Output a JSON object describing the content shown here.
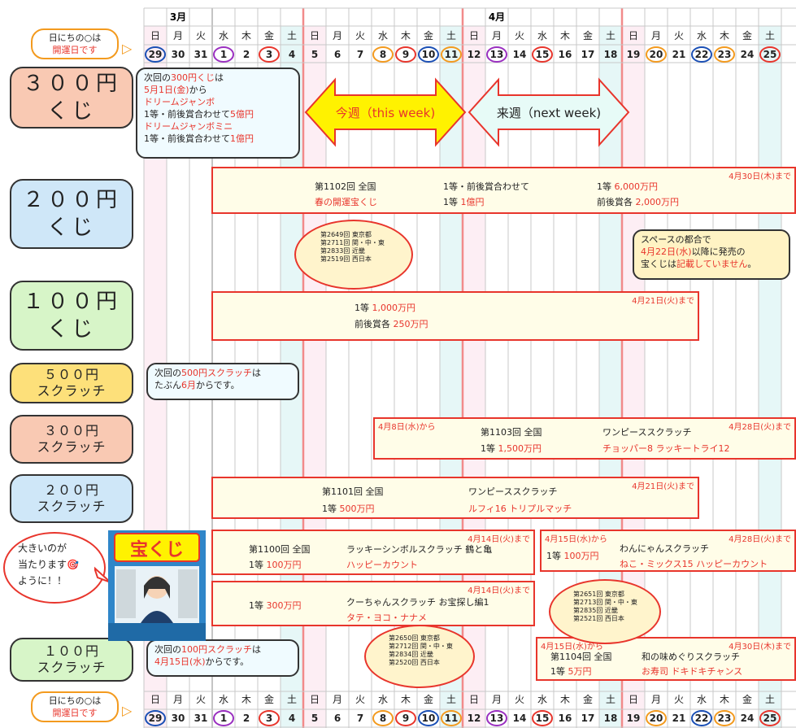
{
  "calendar": {
    "months": {
      "march": "3月",
      "april": "4月"
    },
    "weekdays": [
      "日",
      "月",
      "火",
      "水",
      "木",
      "金",
      "土",
      "日",
      "月",
      "火",
      "水",
      "木",
      "金",
      "土",
      "日",
      "月",
      "火",
      "水",
      "木",
      "金",
      "土",
      "日",
      "月",
      "火",
      "水",
      "木",
      "金",
      "土",
      "日",
      "月",
      "火",
      "水",
      "木",
      "金",
      "土"
    ],
    "days": [
      "29",
      "30",
      "31",
      "1",
      "2",
      "3",
      "4",
      "5",
      "6",
      "7",
      "8",
      "9",
      "10",
      "11",
      "12",
      "13",
      "14",
      "15",
      "16",
      "17",
      "18",
      "19",
      "20",
      "21",
      "22",
      "23",
      "24",
      "25"
    ],
    "circles": {
      "29": "#1a4fb5",
      "1": "#9a2fc0",
      "3": "#e8352c",
      "8": "#f39a1e",
      "9": "#e8352c",
      "10": "#1a4fb5",
      "11": "#f39a1e",
      "13": "#9a2fc0",
      "15": "#e8352c",
      "20": "#f39a1e",
      "22": "#1a4fb5",
      "23": "#f39a1e",
      "25": "#e8352c"
    },
    "legend_line1": "日にちの○は",
    "legend_line2": "開運日です",
    "colors": {
      "saturday": "#e6f7f7",
      "sunday": "#fdeef4",
      "week_line": "#f28a8a"
    }
  },
  "categories": {
    "c300kuji": {
      "l1": "３００円",
      "l2": "くじ",
      "color": "#f9c9b3"
    },
    "c200kuji": {
      "l1": "２００円",
      "l2": "くじ",
      "color": "#cfe7f8"
    },
    "c100kuji": {
      "l1": "１００円",
      "l2": "くじ",
      "color": "#d7f5c8"
    },
    "c500scratch": {
      "l1": "５００円",
      "l2": "スクラッチ",
      "color": "#fde07a"
    },
    "c300scratch": {
      "l1": "３００円",
      "l2": "スクラッチ",
      "color": "#f9c9b3"
    },
    "c200scratch": {
      "l1": "２００円",
      "l2": "スクラッチ",
      "color": "#cfe7f8"
    },
    "c100scratch": {
      "l1": "１００円",
      "l2": "スクラッチ",
      "color": "#d7f5c8"
    }
  },
  "weeks": {
    "this_week": "今週（this week)",
    "next_week": "来週（next week)"
  },
  "note300": {
    "l1a": "次回の",
    "l1b": "300円くじ",
    "l1c": "は",
    "l2a": "5月1日(金)",
    "l2b": "から",
    "l3": "ドリームジャンボ",
    "l4a": "1等・前後賞合わせて",
    "l4b": "5億円",
    "l5": "ドリームジャンボミニ",
    "l6a": "1等・前後賞合わせて",
    "l6b": "1億円"
  },
  "b200kuji": {
    "until": "4月30日(木)まで",
    "round": "第1102回 全国",
    "name": "春の開運宝くじ",
    "p1": "1等・前後賞合わせて",
    "p2a": "1等 ",
    "p2b": "1億円",
    "p3a": "1等 ",
    "p3b": "6,000万円",
    "p4a": "前後賞各 ",
    "p4b": "2,000万円"
  },
  "oval1": {
    "lines": [
      "第2649回 東京都",
      "第2711回 関・中・東",
      "第2833回 近畿",
      "第2519回 西日本"
    ]
  },
  "space_note": {
    "l1": "スペースの都合で",
    "l2a": "4月22日(水)",
    "l2b": "以降に発売の",
    "l3a": "宝くじは",
    "l3b": "記載していません",
    "l3c": "。"
  },
  "b100kuji": {
    "until": "4月21日(火)まで",
    "p1a": "1等 ",
    "p1b": "1,000万円",
    "p2a": "前後賞各 ",
    "p2b": "250万円"
  },
  "note500": {
    "l1a": "次回の",
    "l1b": "500円スクラッチ",
    "l1c": "は",
    "l2a": "たぶん",
    "l2b": "6月",
    "l2c": "からです。"
  },
  "b300s": {
    "from": "4月8日(水)から",
    "until": "4月28日(火)まで",
    "round": "第1103回 全国",
    "name": "ワンピーススクラッチ",
    "p1a": "1等 ",
    "p1b": "1,500万円",
    "sub": "チョッパー8 ラッキートライ12"
  },
  "b200s": {
    "until": "4月21日(火)まで",
    "round": "第1101回 全国",
    "name": "ワンピーススクラッチ",
    "p1a": "1等 ",
    "p1b": "500万円",
    "sub": "ルフィ16 トリプルマッチ"
  },
  "b100s_a": {
    "until": "4月14日(火)まで",
    "round": "第1100回 全国",
    "name": "ラッキーシンボルスクラッチ 鶴と亀",
    "p1a": "1等 ",
    "p1b": "100万円",
    "sub": "ハッピーカウント"
  },
  "b100s_b": {
    "until": "4月14日(火)まで",
    "name": "クーちゃんスクラッチ お宝探し編1",
    "p1a": "1等 ",
    "p1b": "300万円",
    "sub": "タテ・ヨコ・ナナメ"
  },
  "b100s_c": {
    "from": "4月15日(水)から",
    "until": "4月28日(火)まで",
    "name": "わんにゃんスクラッチ",
    "p1a": "1等 ",
    "p1b": "100万円",
    "sub": "ねこ・ミックス15 ハッピーカウント"
  },
  "b100s_d": {
    "from": "4月15日(水)から",
    "until": "4月30日(木)まで",
    "round": "第1104回 全国",
    "name": "和の味めぐりスクラッチ",
    "p1a": "1等 ",
    "p1b": "5万円",
    "sub": "お寿司 ドキドキチャンス"
  },
  "oval2": {
    "lines": [
      "第2650回 東京都",
      "第2712回 関・中・東",
      "第2834回 近畿",
      "第2520回 西日本"
    ]
  },
  "oval3": {
    "lines": [
      "第2651回 東京都",
      "第2713回 関・中・東",
      "第2835回 近畿",
      "第2521回 西日本"
    ]
  },
  "note100s": {
    "l1a": "次回の",
    "l1b": "100円スクラッチ",
    "l1c": "は",
    "l2a": "4月15日(水)",
    "l2b": "からです。"
  },
  "speech": {
    "l1": "大きいのが",
    "l2": "当たります",
    "l3": "ように！！"
  },
  "shop": {
    "sign": "宝くじ"
  }
}
